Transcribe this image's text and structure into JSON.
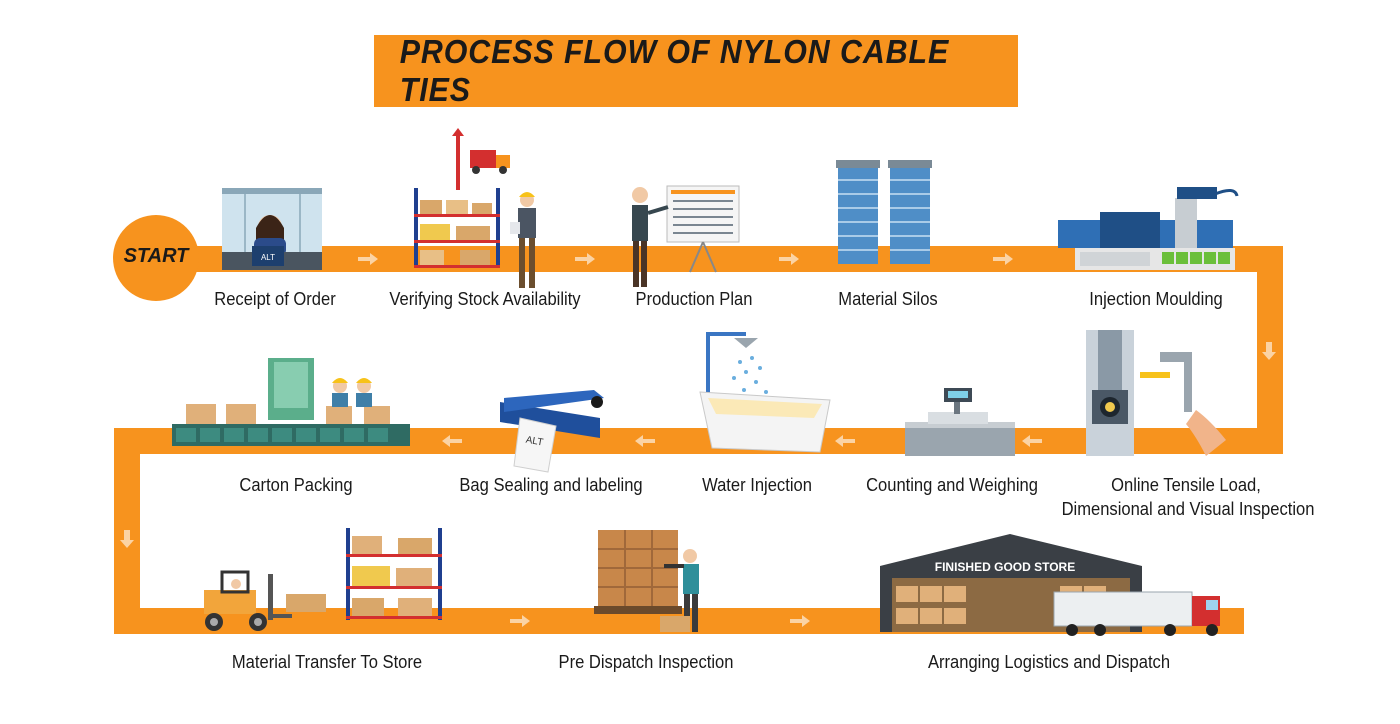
{
  "title": "PROCESS FLOW OF NYLON CABLE TIES",
  "start_label": "START",
  "colors": {
    "accent": "#f7931e",
    "arrow": "#fbd3a4",
    "text": "#1a1a1a"
  },
  "steps": [
    {
      "label": "Receipt of Order",
      "icon": "office-desk-icon"
    },
    {
      "label": "Verifying Stock Availability",
      "icon": "warehouse-rack-icon"
    },
    {
      "label": "Production Plan",
      "icon": "planning-board-icon"
    },
    {
      "label": "Material Silos",
      "icon": "silos-icon"
    },
    {
      "label": "Injection Moulding",
      "icon": "injection-machine-icon"
    },
    {
      "label": "Online Tensile Load,",
      "label2": "Dimensional and Visual Inspection",
      "icon": "caliper-inspection-icon"
    },
    {
      "label": "Counting and Weighing",
      "icon": "weighing-scale-icon"
    },
    {
      "label": "Water Injection",
      "icon": "water-tank-icon"
    },
    {
      "label": "Bag Sealing and labeling",
      "icon": "bag-sealer-icon"
    },
    {
      "label": "Carton Packing",
      "icon": "packing-line-icon"
    },
    {
      "label": "Material Transfer To Store",
      "icon": "forklift-icon"
    },
    {
      "label": "Pre Dispatch Inspection",
      "icon": "pallet-scanner-icon"
    },
    {
      "label": "Arranging Logistics and Dispatch",
      "icon": "warehouse-truck-icon"
    }
  ],
  "store_sign": "FINISHED GOOD STORE",
  "bag_text": "ALT",
  "screen_text": "ALT"
}
